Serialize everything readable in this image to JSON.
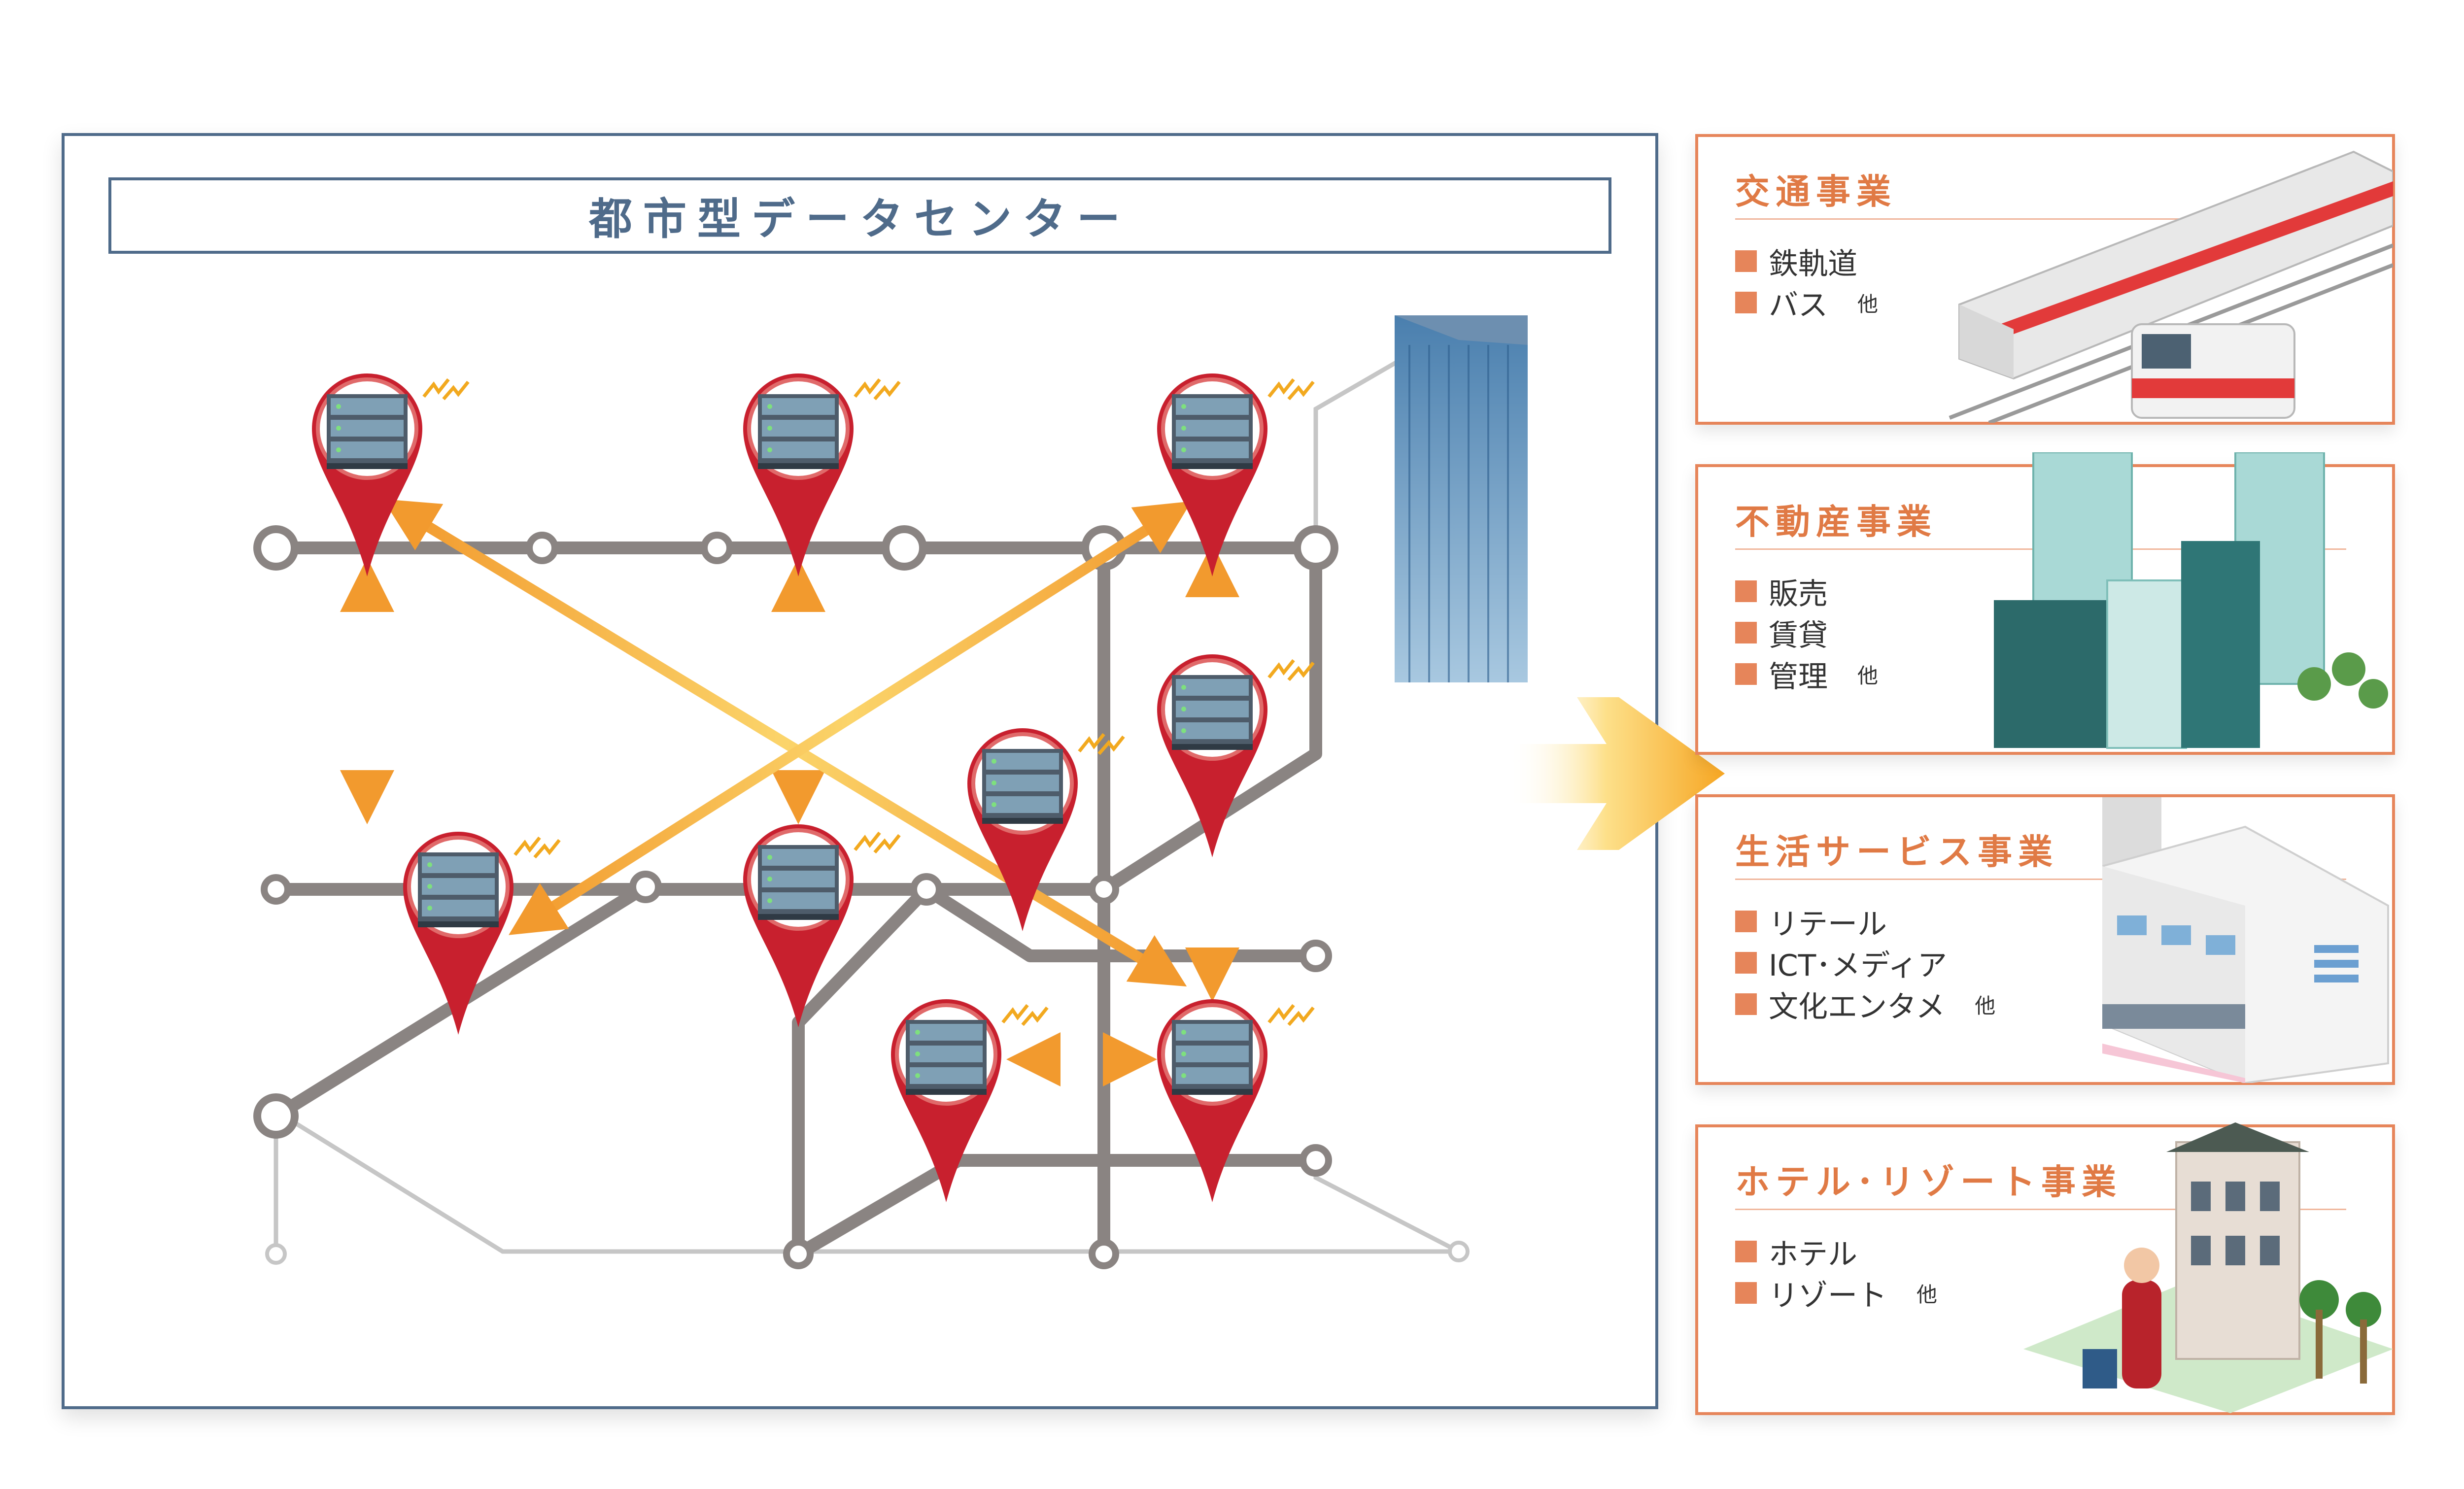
{
  "title": "都市型データセンター",
  "colors": {
    "accent": "#e6855a",
    "frame": "#4f6b8a",
    "pin": "#c8202e",
    "route": "#8a8482",
    "link": "#f4a93b"
  },
  "cards": [
    {
      "title": "交通事業",
      "items": [
        "鉄軌道",
        "バス"
      ],
      "etc": "他"
    },
    {
      "title": "不動産事業",
      "items": [
        "販売",
        "賃貸",
        "管理"
      ],
      "etc": "他"
    },
    {
      "title": "生活サービス事業",
      "items": [
        "リテール",
        "ICT･メディア",
        "文化エンタメ"
      ],
      "etc": "他"
    },
    {
      "title": "ホテル･リゾート事業",
      "items": [
        "ホテル",
        "リゾート"
      ],
      "etc": "他"
    }
  ]
}
